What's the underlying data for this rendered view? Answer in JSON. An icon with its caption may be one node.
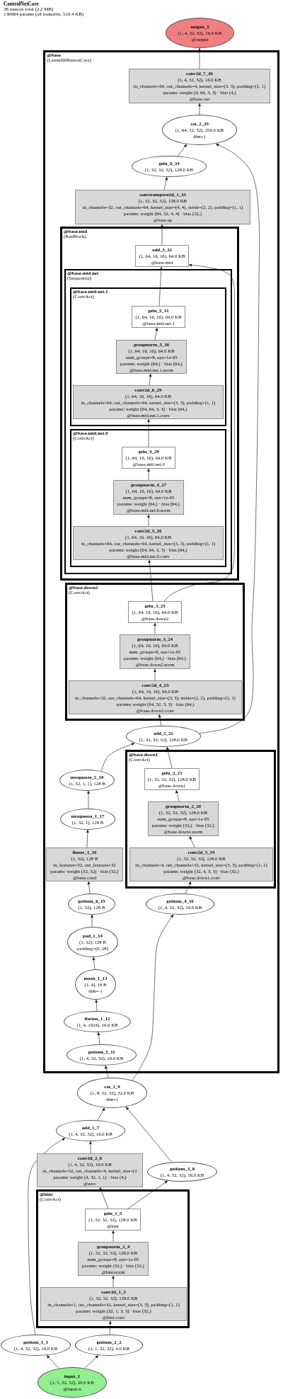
{
  "diagram": {
    "title": "ControlNetCore",
    "labels": [
      "38 tensors total (2.2 MB)",
      "130664 params (all trainable, 510.4 KB)"
    ],
    "nodes": [
      {
        "text": [
          "output_1",
          "(1, 4, 32, 32), 16.0 KB",
          "@output"
        ]
      },
      {
        "text": [
          "@base",
          "(LatentDiffusionCore)"
        ]
      },
      {
        "text": [
          "conv2d_7_36",
          "(1, 4, 32, 32), 16.0 KB",
          "in_channels=64, out_channels=4, kernel_size=(3, 3), padding=(1, 1)",
          "params: weight (4, 64, 3, 3) · bias (4,)",
          "@base.out"
        ],
        "in": 1
      },
      {
        "text": [
          "cat_2_35",
          "(1, 64, 32, 32), 256.0 KB",
          "dim=1"
        ],
        "in": 1
      },
      {
        "text": [
          "gelu_6_34",
          "(1, 32, 32, 32), 128.0 KB"
        ],
        "in": 1
      },
      {
        "text": [
          "convtranspose2d_1_33",
          "(1, 32, 32, 32), 128.0 KB",
          "in_channels=32, out_channels=64, kernel_size=(4, 4), stride=(2, 2), padding=(1, 1)",
          "params: weight (64, 32, 4, 4) · bias (32,)",
          "@base.up"
        ],
        "in": 1
      },
      {
        "text": [
          "@base.mid",
          "(ResBlock)"
        ],
        "in": 1
      },
      {
        "text": [
          "add_3_32",
          "(1, 64, 16, 16), 64.0 KB",
          "@base.mid"
        ],
        "in": 6
      },
      {
        "text": [
          "@base.mid.net",
          "(Sequential)"
        ],
        "in": 6
      },
      {
        "text": [
          "@base.mid.net.1",
          "(ConvAct)"
        ],
        "in": 8
      },
      {
        "text": [
          "gelu_5_31",
          "(1, 64, 16, 16), 64.0 KB",
          "@base.mid.net.1"
        ],
        "in": 9
      },
      {
        "text": [
          "groupnorm_5_30",
          "(1, 64, 16, 16), 64.0 KB",
          "num_groups=8, eps=1e-05",
          "params: weight (64,) · bias (64,)",
          "@base.mid.net.1.norm"
        ],
        "in": 9
      },
      {
        "text": [
          "conv2d_6_29",
          "(1, 64, 16, 16), 64.0 KB",
          "in_channels=64, out_channels=64, kernel_size=(3, 3), padding=(1, 1)",
          "params: weight (64, 64, 3, 3) · bias (64,)",
          "@base.mid.net.1.conv"
        ],
        "in": 9
      },
      {
        "text": [
          "@base.mid.net.0",
          "(ConvAct)"
        ],
        "in": 8
      },
      {
        "text": [
          "gelu_4_28",
          "(1, 64, 16, 16), 64.0 KB",
          "@base.mid.net.0"
        ],
        "in": 13
      },
      {
        "text": [
          "groupnorm_4_27",
          "(1, 64, 16, 16), 64.0 KB",
          "num_groups=8, eps=1e-05",
          "params: weight (64,) · bias (64,)",
          "@base.mid.net.0.norm"
        ],
        "in": 13
      },
      {
        "text": [
          "conv2d_5_26",
          "(1, 64, 16, 16), 64.0 KB",
          "in_channels=64, out_channels=64, kernel_size=(3, 3), padding=(1, 1)",
          "params: weight (64, 64, 3, 3) · bias (64,)",
          "@base.mid.net.0.conv"
        ],
        "in": 13
      },
      {
        "text": [
          "@base.down2",
          "(ConvAct)"
        ],
        "in": 1
      },
      {
        "text": [
          "gelu_3_25",
          "(1, 64, 16, 16), 64.0 KB",
          "@base.down2"
        ],
        "in": 17
      },
      {
        "text": [
          "groupnorm_3_24",
          "(1, 64, 16, 16), 64.0 KB",
          "num_groups=8, eps=1e-05",
          "params: weight (64,) · bias (64,)",
          "@base.down2.norm"
        ],
        "in": 17
      },
      {
        "text": [
          "conv2d_4_23",
          "(1, 64, 16, 16), 64.0 KB",
          "in_channels=32, out_channels=64, kernel_size=(3, 3), stride=(2, 2), padding=(1, 1)",
          "params: weight (64, 32, 3, 3) · bias (64,)",
          "@base.down2.conv"
        ],
        "in": 17
      },
      {
        "text": [
          "add_2_22",
          "(1, 32, 32, 32), 128.0 KB"
        ],
        "in": 1
      },
      {
        "text": [
          "@base.down1",
          "(ConvAct)"
        ],
        "in": 1
      },
      {
        "text": [
          "gelu_2_21",
          "(1, 32, 32, 32), 128.0 KB",
          "@base.down1"
        ],
        "in": 22
      },
      {
        "text": [
          "groupnorm_2_20",
          "(1, 32, 32, 32), 128.0 KB",
          "num_groups=8, eps=1e-05",
          "params: weight (32,) · bias (32,)",
          "@base.down1.norm"
        ],
        "in": 22
      },
      {
        "text": [
          "conv2d_3_19",
          "(1, 32, 32, 32), 128.0 KB",
          "in_channels=4, out_channels=32, kernel_size=(3, 3), padding=(1, 1)",
          "params: weight (32, 4, 3, 3) · bias (32,)",
          "@base.down1.conv"
        ],
        "in": 22
      },
      {
        "text": [
          "unsqueeze_2_18",
          "(1, 32, 1, 1), 128 B"
        ],
        "in": 1
      },
      {
        "text": [
          "unsqueeze_1_17",
          "(1, 32, 1), 128 B"
        ],
        "in": 1
      },
      {
        "text": [
          "linear_1_16",
          "(1, 32), 128 B",
          "in_features=32, out_features=32",
          "params: weight (32, 32) · bias (32,)",
          "@base.cond"
        ],
        "in": 1
      },
      {
        "text": [
          "getitem_6_15",
          "(1, 32), 128 B"
        ],
        "in": 1
      },
      {
        "text": [
          "getitem_4_10",
          "(1, 4, 32, 32), 16.0 KB"
        ],
        "in": 1
      },
      {
        "text": [
          "pad_1_14",
          "(1, 32), 128 B",
          "padding=(0, 28)"
        ],
        "in": 1
      },
      {
        "text": [
          "mean_1_13",
          "(1, 4), 16 B",
          "dim=-1"
        ],
        "in": 1
      },
      {
        "text": [
          "flatten_1_12",
          "(1, 4, 1024), 16.0 KB"
        ],
        "in": 1
      },
      {
        "text": [
          "getitem_5_11",
          "(1, 4, 32, 32), 16.0 KB"
        ],
        "in": 1
      },
      {
        "text": [
          "cat_1_9",
          "(1, 8, 32, 32), 32.0 KB",
          "dim=1"
        ]
      },
      {
        "text": [
          "add_1_7",
          "(1, 4, 32, 32), 16.0 KB"
        ]
      },
      {
        "text": [
          "conv2d_2_6",
          "(1, 4, 32, 32), 16.0 KB",
          "in_channels=32, out_channels=4, kernel_size=(1",
          "params: weight (4, 32, 1, 1) · bias (4,)",
          "@zero"
        ]
      },
      {
        "text": [
          "getitem_3_8",
          "(1, 4, 32, 32), 16.0 KB"
        ]
      },
      {
        "text": [
          "@hint",
          "(ConvAct)"
        ]
      },
      {
        "text": [
          "gelu_1_5",
          "(1, 32, 32, 32), 128.0 KB",
          "@hint"
        ],
        "in": 39
      },
      {
        "text": [
          "groupnorm_1_4",
          "(1, 32, 32, 32), 128.0 KB",
          "num_groups=8, eps=1e-05",
          "params: weight (32,) · bias (32,)",
          "@hint.norm"
        ],
        "in": 39
      },
      {
        "text": [
          "conv2d_1_3",
          "(1, 32, 32, 32), 128.0 KB",
          "in_channels=1, out_channels=32, kernel_size=(3, 3), padding=(1, 1)",
          "params: weight (32, 1, 3, 3) · bias (32,)",
          "@hint.conv"
        ],
        "in": 39
      },
      {
        "text": [
          "getitem_1_1",
          "(1, 4, 32, 32), 16.0 KB"
        ]
      },
      {
        "text": [
          "getitem_2_2",
          "(1, 1, 32, 32), 4.0 KB"
        ]
      },
      {
        "text": [
          "input_1",
          "(1, 5, 32, 32), 20.0 KB",
          "@input.x"
        ]
      }
    ],
    "edges": [
      {
        "from": 45,
        "to": 43,
        "arrow": "to"
      },
      {
        "from": 45,
        "to": 44,
        "arrow": "to"
      },
      {
        "from": 44,
        "to": 42,
        "arrow": "to"
      },
      {
        "from": 42,
        "to": 41,
        "arrow": "to"
      },
      {
        "from": 41,
        "to": 40,
        "arrow": "to"
      },
      {
        "from": 40,
        "to": 37,
        "arrow": "to"
      },
      {
        "from": 40,
        "to": 38,
        "arrow": "to"
      },
      {
        "from": 37,
        "to": 36,
        "arrow": "to"
      },
      {
        "from": 43,
        "to": 36,
        "arrow": "to"
      },
      {
        "from": 36,
        "to": 35,
        "arrow": "to"
      },
      {
        "from": 38,
        "to": 35,
        "arrow": "to"
      },
      {
        "from": 35,
        "to": 34,
        "arrow": "to"
      },
      {
        "from": 35,
        "to": 30,
        "arrow": "to"
      },
      {
        "from": 34,
        "to": 33,
        "arrow": "to"
      },
      {
        "from": 33,
        "to": 32,
        "arrow": "to"
      },
      {
        "from": 32,
        "to": 31,
        "arrow": "to"
      },
      {
        "from": 31,
        "to": 29,
        "arrow": "to"
      },
      {
        "from": 29,
        "to": 28,
        "arrow": "to"
      },
      {
        "from": 28,
        "to": 27,
        "arrow": "to"
      },
      {
        "from": 27,
        "to": 26,
        "arrow": "to"
      },
      {
        "from": 26,
        "to": 21,
        "arrow": "to"
      },
      {
        "from": 30,
        "to": 25,
        "arrow": "to"
      },
      {
        "from": 25,
        "to": 24,
        "arrow": "to"
      },
      {
        "from": 24,
        "to": 23,
        "arrow": "to"
      },
      {
        "from": 23,
        "to": 21,
        "arrow": "to"
      },
      {
        "from": 21,
        "to": 20,
        "arrow": "to"
      },
      {
        "from": 21,
        "to": 3,
        "arrow": "to"
      },
      {
        "from": 20,
        "to": 19,
        "arrow": "to"
      },
      {
        "from": 19,
        "to": 18,
        "arrow": "to"
      },
      {
        "from": 18,
        "to": 16,
        "arrow": "to"
      },
      {
        "from": 18,
        "to": 7,
        "arrow": "to"
      },
      {
        "from": 16,
        "to": 15,
        "arrow": "to"
      },
      {
        "from": 15,
        "to": 14,
        "arrow": "to"
      },
      {
        "from": 14,
        "to": 12,
        "arrow": "to"
      },
      {
        "from": 12,
        "to": 11,
        "arrow": "to"
      },
      {
        "from": 11,
        "to": 10,
        "arrow": "to"
      },
      {
        "from": 10,
        "to": 7,
        "arrow": "to"
      },
      {
        "from": 7,
        "to": 5,
        "arrow": "to"
      },
      {
        "from": 5,
        "to": 4,
        "arrow": "to"
      },
      {
        "from": 4,
        "to": 3,
        "arrow": "to"
      },
      {
        "from": 3,
        "to": 2,
        "arrow": "to"
      },
      {
        "from": 2,
        "to": 0,
        "arrow": "to"
      }
    ]
  }
}
